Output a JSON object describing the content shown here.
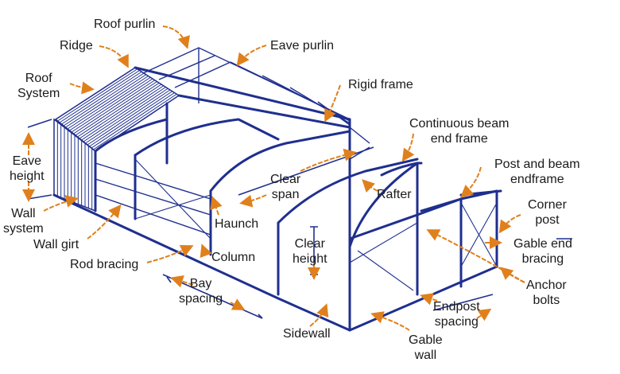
{
  "colors": {
    "frame": "#1f2f8f",
    "arrow": "#e0801c",
    "text": "#1a1a1a",
    "background": "#ffffff"
  },
  "labels": {
    "roof_purlin": "Roof purlin",
    "ridge": "Ridge",
    "eave_purlin": "Eave purlin",
    "roof_system": "Roof\nSystem",
    "rigid_frame": "Rigid frame",
    "continuous_beam_end_frame": "Continuous beam\nend frame",
    "eave_height": "Eave\nheight",
    "post_and_beam_endframe": "Post and beam\nendframe",
    "clear_span": "Clear\nspan",
    "rafter": "Rafter",
    "corner_post": "Corner\npost",
    "wall_system": "Wall\nsystem",
    "haunch": "Haunch",
    "clear_height": "Clear\nheight",
    "gable_end_bracing": "Gable end\nbracing",
    "wall_girt": "Wall girt",
    "column": "Column",
    "rod_bracing": "Rod bracing",
    "anchor_bolts": "Anchor\nbolts",
    "bay_spacing": "Bay\nspacing",
    "endpost_spacing": "Endpost\nspacing",
    "sidewall": "Sidewall",
    "gable_wall": "Gable\nwall"
  }
}
